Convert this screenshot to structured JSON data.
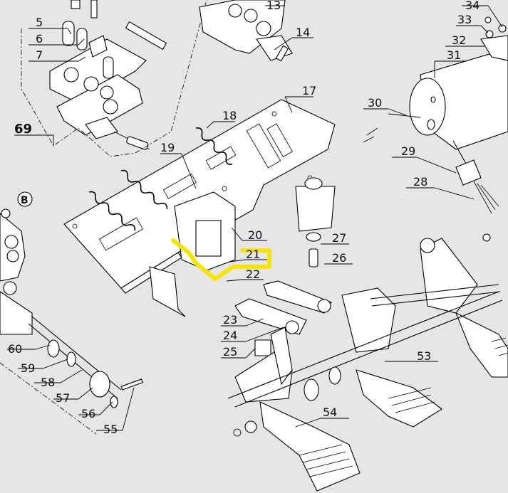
{
  "diagram": {
    "labels": {
      "l5": "5",
      "l6": "6",
      "l7": "7",
      "l13": "13",
      "l14": "14",
      "l17": "17",
      "l18": "18",
      "l19": "19",
      "l20": "20",
      "l21": "21",
      "l22": "22",
      "l23": "23",
      "l24": "24",
      "l25": "25",
      "l26": "26",
      "l27": "27",
      "l28": "28",
      "l29": "29",
      "l30": "30",
      "l31": "31",
      "l32": "32",
      "l33": "33",
      "l34": "34",
      "l53": "53",
      "l54": "54",
      "l55": "55",
      "l56": "56",
      "l57": "57",
      "l58": "58",
      "l59": "59",
      "l60": "60",
      "l69": "69",
      "lB": "B"
    },
    "colors": {
      "background": "#e6e6e6",
      "highlight": "#f7e400",
      "line": "#000000"
    }
  }
}
